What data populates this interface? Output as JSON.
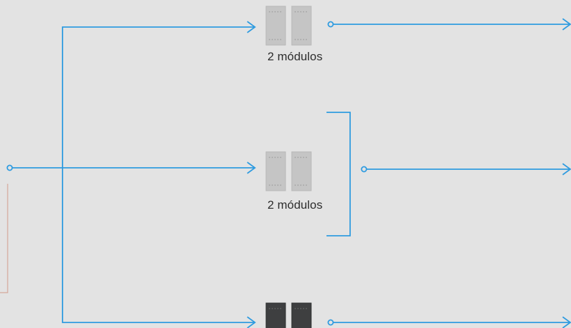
{
  "colors": {
    "background": "#e3e3e3",
    "line": "#2e9be0",
    "accent_line": "#d4a79a",
    "module_light": "#c5c5c5",
    "module_dark": "#3e3f40",
    "text": "#2c2c2c"
  },
  "icons": {
    "module": "battery-module-icon",
    "node": "connection-node-icon",
    "arrow": "arrow-right-icon"
  },
  "rows": [
    {
      "label": "2 módulos",
      "module_color": "light",
      "module_count": 2
    },
    {
      "label": "2 módulos",
      "module_color": "light",
      "module_count": 2
    },
    {
      "label": "",
      "module_color": "dark",
      "module_count": 2
    }
  ]
}
